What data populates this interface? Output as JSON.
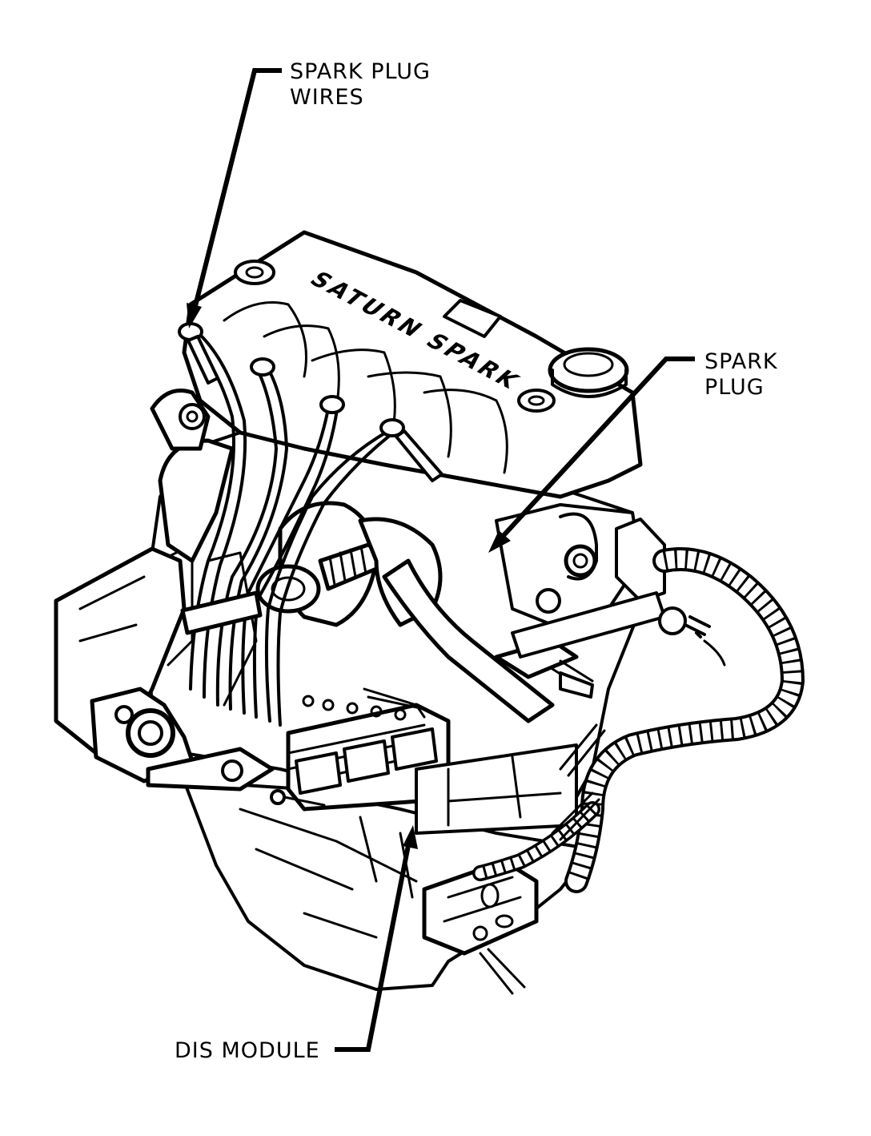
{
  "callouts": {
    "spark_plug_wires": {
      "line1": "SPARK PLUG",
      "line2": "WIRES"
    },
    "spark_plug": {
      "line1": "SPARK",
      "line2": "PLUG"
    },
    "dis_module": {
      "line1": "DIS MODULE"
    }
  },
  "engine": {
    "valve_cover_lettering": "SATURN SPARK"
  },
  "colors": {
    "ink": "#000000",
    "paper": "#ffffff"
  }
}
